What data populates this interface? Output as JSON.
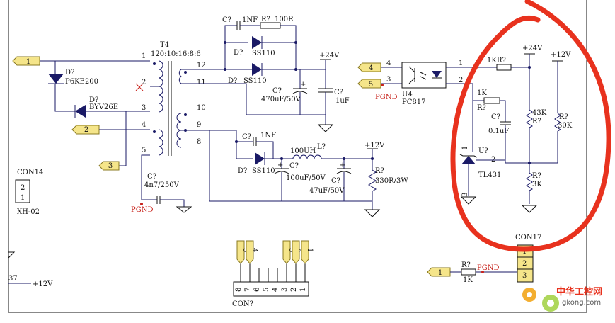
{
  "t4": {
    "ref": "T4",
    "ratio": "120:10:16:8:6",
    "pins": [
      "1",
      "2",
      "3",
      "4",
      "5",
      "12",
      "11",
      "10",
      "9",
      "8"
    ]
  },
  "d_p6ke": {
    "ref": "D?",
    "value": "P6KE200"
  },
  "d_byv": {
    "ref": "D?",
    "value": "BYV26E"
  },
  "ports": {
    "p1": "1",
    "p2": "2",
    "p3": "3",
    "p4": "4",
    "p5": "5",
    "p1b": "1"
  },
  "c_top": {
    "ref": "C?",
    "value": "1NF"
  },
  "r_top": {
    "ref": "R?",
    "value": "100R"
  },
  "d_ss1": {
    "ref": "D?",
    "value": "SS110"
  },
  "d_ss2": {
    "ref": "D?",
    "value": "SS110"
  },
  "c470": {
    "ref": "C?",
    "value": "470uF/50V"
  },
  "c1u": {
    "ref": "C?",
    "value": "1uF"
  },
  "v24": "+24V",
  "c_mid": {
    "ref": "C?",
    "value": "1NF"
  },
  "d_ss3": {
    "ref": "D?",
    "value": "SS110"
  },
  "l1": {
    "value": "100UH",
    "ref": "L?"
  },
  "c100": {
    "ref": "C?",
    "value": "100uF/50V"
  },
  "c47": {
    "ref": "C?",
    "value": "47uF/50V"
  },
  "v12": "+12V",
  "r330": {
    "ref": "R?",
    "value": "330R/3W"
  },
  "c4n7": {
    "ref": "C?",
    "value": "4n7/250V"
  },
  "pgnd": "PGND",
  "con14": {
    "ref": "CON14",
    "pins": [
      "2",
      "1"
    ],
    "type": "XH-02"
  },
  "u4": {
    "ref": "U4",
    "part": "PC817",
    "pins": [
      "4",
      "3",
      "1",
      "2"
    ]
  },
  "r1k_top": {
    "value": "1K",
    "ref": "R?"
  },
  "v24b": "+24V",
  "v12b": "+12V",
  "r1k_mid": {
    "value": "1K",
    "ref": "R?"
  },
  "c01u": {
    "ref": "C?",
    "value": "0.1uF"
  },
  "r43k": {
    "value": "43K",
    "ref": "R?"
  },
  "r30k": {
    "ref": "R?",
    "value": "30K"
  },
  "u_tl": {
    "ref": "U?",
    "part": "TL431",
    "pins": [
      "1",
      "2",
      "3"
    ]
  },
  "r3k": {
    "ref": "R?",
    "value": "3K"
  },
  "con17": {
    "ref": "CON17",
    "pins": [
      "1",
      "2",
      "3"
    ]
  },
  "r1k_bot": {
    "ref": "R?",
    "value": "1K"
  },
  "conq": {
    "ref": "CON?",
    "pins": [
      "8",
      "7",
      "6",
      "5",
      "4",
      "3",
      "2",
      "1"
    ],
    "tags": [
      "5",
      "4",
      "3",
      "2",
      "1"
    ]
  },
  "left_partial": {
    "ref": "37",
    "v": "+12V"
  },
  "watermark": {
    "cn": "中华工控网",
    "url": "gkong.com"
  },
  "colors": {
    "wire": "#1a1a66",
    "highlight": "#e8321e",
    "port": "#f5e58a",
    "pgnd": "#c8231c"
  }
}
